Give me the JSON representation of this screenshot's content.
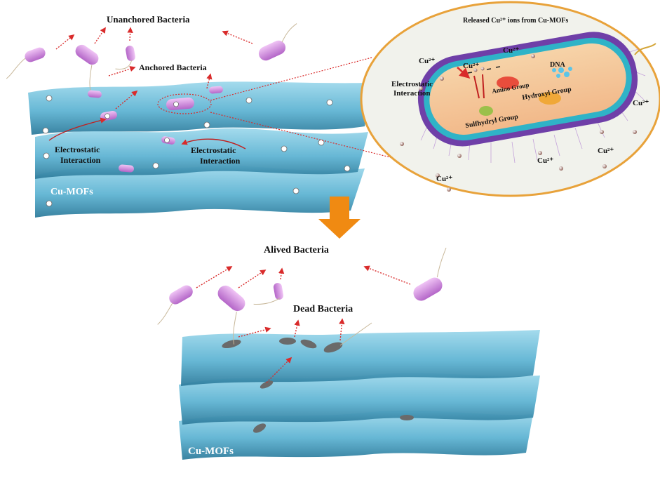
{
  "top_panel": {
    "unanchored_label": "Unanchored Bacteria",
    "anchored_label": "Anchored Bacteria",
    "electrostatic_left_1": "Electrostatic",
    "electrostatic_left_2": "Interaction",
    "electrostatic_right_1": "Electrostatic",
    "electrostatic_right_2": "Interaction",
    "material_label": "Cu-MOFs"
  },
  "zoom_panel": {
    "title": "Released Cu²⁺ ions from Cu-MOFs",
    "ion_label": "Cu²⁺",
    "electrostatic_1": "Electrostatic",
    "electrostatic_2": "Interaction",
    "amino_group": "Amino Group",
    "dna": "DNA",
    "hydroxyl_group": "Hydroxyl Group",
    "sulfhydryl_group": "Sulfhydryl Group"
  },
  "bottom_panel": {
    "alived_label": "Alived Bacteria",
    "dead_label": "Dead Bacteria",
    "material_label": "Cu-MOFs"
  },
  "colors": {
    "sheet": "#7fc8e0",
    "sheet_dark": "#3e8fae",
    "bacteria": "#d58ae0",
    "dead_bacteria": "#6a6a6a",
    "arrow_red": "#d92b2b",
    "big_arrow": "#f08a12",
    "zoom_border": "#e8a23a",
    "zoom_bg": "#f1f2ec"
  }
}
